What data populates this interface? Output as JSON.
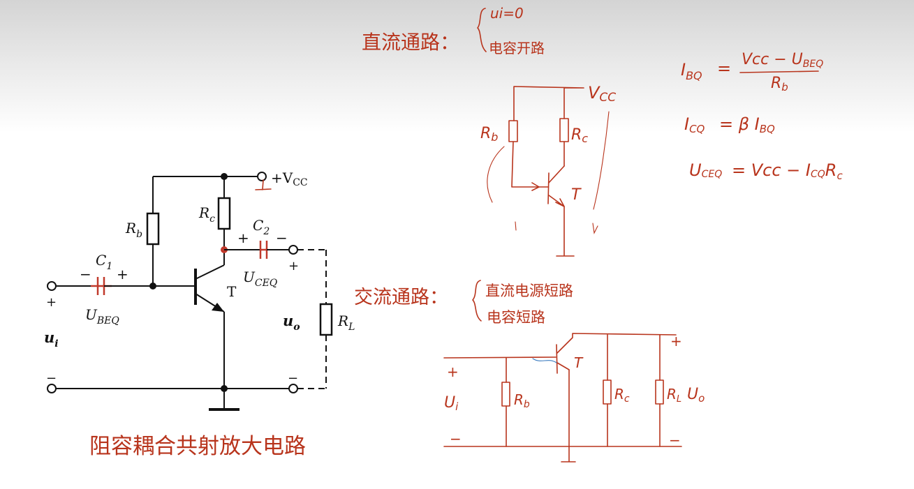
{
  "printed_circuit": {
    "vcc_label": "+V",
    "vcc_sub": "CC",
    "rb_label": "R",
    "rb_sub": "b",
    "rc_label": "R",
    "rc_sub": "c",
    "c1_label": "C",
    "c1_sub": "1",
    "c2_label": "C",
    "c2_sub": "2",
    "transistor_label": "T",
    "ubeq_label": "U",
    "ubeq_sub": "BEQ",
    "uceq_label": "U",
    "uceq_sub": "CEQ",
    "ui_label": "u",
    "ui_sub": "i",
    "uo_label": "u",
    "uo_sub": "o",
    "rl_label": "R",
    "rl_sub": "L",
    "plus": "+",
    "minus": "−"
  },
  "notes": {
    "circuit_title": "阻容耦合共射放大电路",
    "dc_path_title": "直流通路：",
    "dc_rule_1": "ui=0",
    "dc_rule_2": "电容开路",
    "ac_path_title": "交流通路：",
    "ac_rule_1": "直流电源短路",
    "ac_rule_2": "电容短路"
  },
  "formulas": {
    "ibq_lhs": "I",
    "ibq_lhs_sub": "BQ",
    "ibq_eq": "=",
    "ibq_num": "Vcc − U",
    "ibq_num_sub": "BEQ",
    "ibq_den": "R",
    "ibq_den_sub": "b",
    "icq": "I",
    "icq_sub": "CQ",
    "icq_rhs": "= β I",
    "icq_rhs_sub": "BQ",
    "uceq": "U",
    "uceq_sub": "CEQ",
    "uceq_rhs": "= Vcc − I",
    "uceq_rhs_sub": "CQ",
    "uceq_rhs_tail": "R",
    "uceq_rhs_tail_sub": "c"
  },
  "dc_sketch": {
    "vcc": "V",
    "vcc_sub": "CC",
    "rb": "R",
    "rb_sub": "b",
    "rc": "R",
    "rc_sub": "c",
    "t": "T"
  },
  "ac_sketch": {
    "plus_left": "+",
    "minus_left": "−",
    "ui": "U",
    "ui_sub": "i",
    "rb": "R",
    "rb_sub": "b",
    "t": "T",
    "rc": "R",
    "rc_sub": "c",
    "rl": "R",
    "rl_sub": "L",
    "uo": "U",
    "uo_sub": "o",
    "plus_right": "+",
    "minus_right": "−"
  }
}
